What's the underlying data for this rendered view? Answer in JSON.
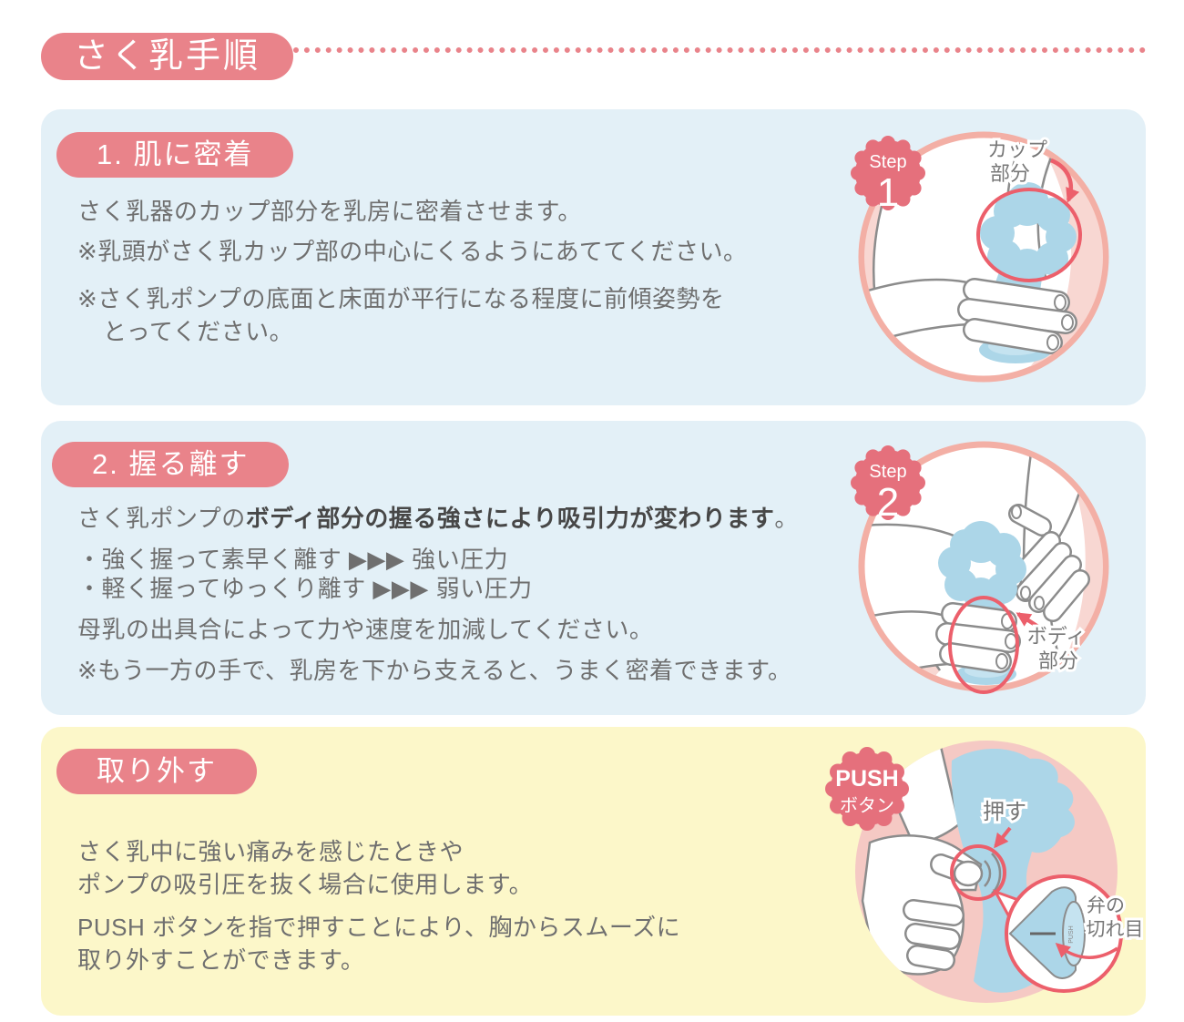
{
  "header": {
    "title": "さく乳手順"
  },
  "colors": {
    "pill_pink": "#E9838A",
    "badge_pink": "#E5707C",
    "panel_blue": "#E3F0F7",
    "panel_yellow": "#FCF7C9",
    "accent_red": "#EC5F6B",
    "ring_pink": "#F3AFA5",
    "skin_pink": "#F8D7D2",
    "pump_blue": "#ACD6E8",
    "text_gray": "#6F6F6F"
  },
  "sections": [
    {
      "heading": "1. 肌に密着",
      "badge": {
        "top": "Step",
        "num": "1"
      },
      "lines": [
        "さく乳器のカップ部分を乳房に密着させます。",
        "※乳頭がさく乳カップ部の中心にくるようにあててください。",
        "※さく乳ポンプの底面と床面が平行になる程度に前傾姿勢を",
        "とってください。"
      ],
      "callout": {
        "line1": "カップ",
        "line2": "部分"
      }
    },
    {
      "heading": "2. 握る離す",
      "badge": {
        "top": "Step",
        "num": "2"
      },
      "intro": {
        "prefix": "さく乳ポンプの",
        "bold": "ボディ部分の握る強さにより吸引力が変わります",
        "suffix": "。"
      },
      "lines": [
        "・強く握って素早く離す ▶▶▶ 強い圧力",
        "・軽く握ってゆっくり離す ▶▶▶ 弱い圧力",
        "母乳の出具合によって力や速度を加減してください。",
        "※もう一方の手で、乳房を下から支えると、うまく密着できます。"
      ],
      "callout": {
        "line1": "ボディ",
        "line2": "部分"
      }
    },
    {
      "heading": "取り外す",
      "badge": {
        "top": "PUSH",
        "bottom": "ボタン"
      },
      "lines": [
        "さく乳中に強い痛みを感じたときや",
        "ポンプの吸引圧を抜く場合に使用します。",
        "PUSH ボタンを指で押すことにより、胸からスムーズに",
        "取り外すことができます。"
      ],
      "callout": {
        "push": "押す",
        "valve1": "弁の",
        "valve2": "切れ目",
        "valve_small": "PUSH"
      }
    }
  ]
}
